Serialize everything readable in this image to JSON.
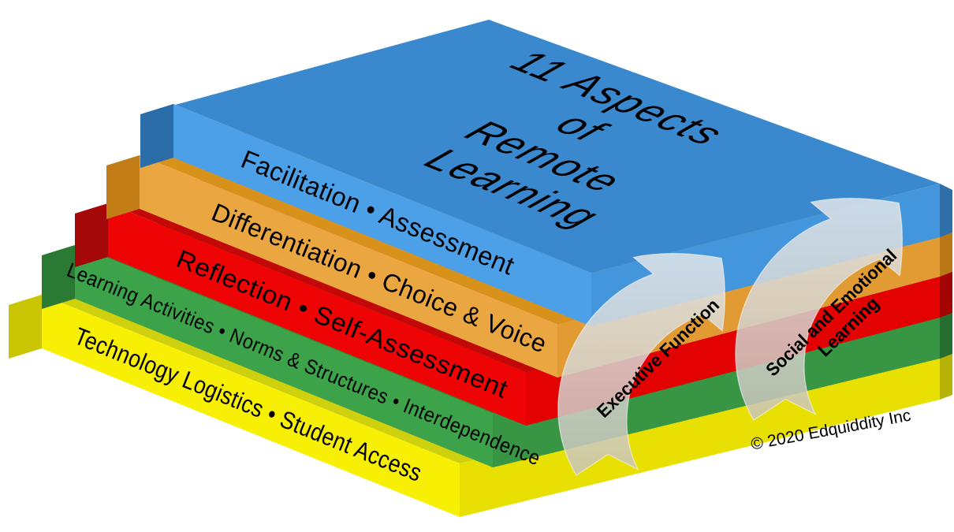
{
  "diagram": {
    "title_lines": [
      "11 Aspects",
      "of",
      "Remote",
      "Learning"
    ],
    "layers": [
      {
        "name": "facilitation",
        "label": "Facilitation • Assessment",
        "front": "#4BA0E8",
        "top": "#3A88CD",
        "left": "#2A6DA8",
        "right": "#4496DC",
        "edge": "#2F6FA8"
      },
      {
        "name": "differentiation",
        "label": "Differentiation • Choice & Voice",
        "front": "#EAA640",
        "top": "#D8921C",
        "left": "#C27D17",
        "right": "#E29B33",
        "edge": "#B97815"
      },
      {
        "name": "reflection",
        "label": "Reflection • Self-Assessment",
        "front": "#EE0404",
        "top": "#C30808",
        "left": "#A50808",
        "right": "#E30202",
        "edge": "#A30505"
      },
      {
        "name": "learning-activities",
        "label": "Learning Activities • Norms & Structures • Interdependence",
        "front": "#3DA34A",
        "top": "#2F8F3A",
        "left": "#2A7A33",
        "right": "#379543",
        "edge": "#276F30"
      },
      {
        "name": "technology-logistics",
        "label": "Technology Logistics • Student Access",
        "front": "#F7EF04",
        "top": "#CFD00E",
        "left": "#C9C502",
        "right": "#E8E002",
        "edge": "#B5B106"
      }
    ],
    "arrows": [
      {
        "label_lines": [
          "Executive Function",
          ""
        ]
      },
      {
        "label_lines": [
          "Social and Emotional",
          "Learning"
        ]
      }
    ],
    "copyright": "© 2020 Edquiddity Inc"
  }
}
